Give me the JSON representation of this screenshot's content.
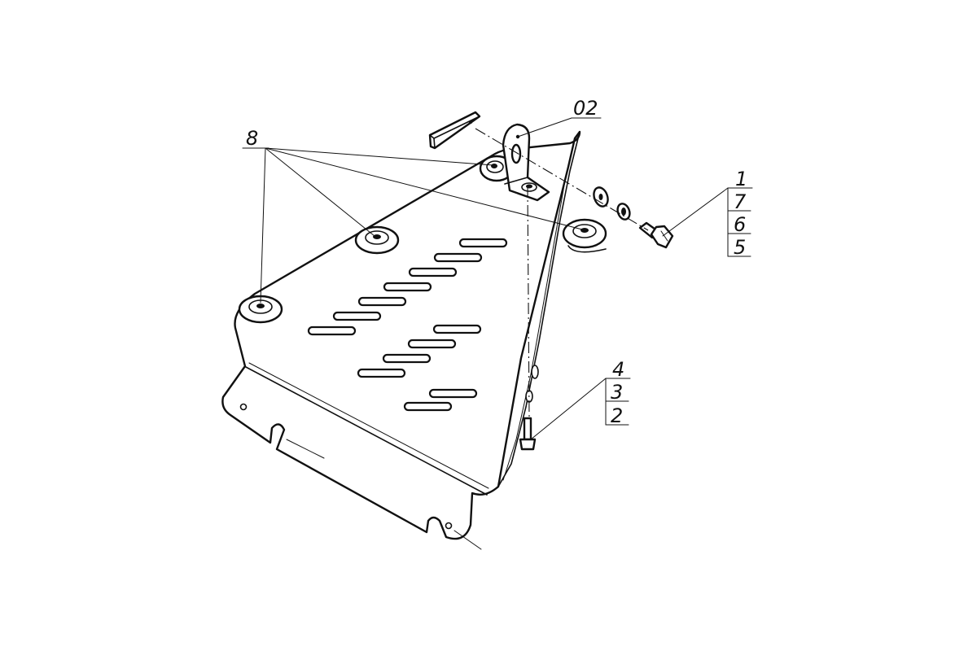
{
  "diagram": {
    "labels": {
      "bracket_part": "02",
      "bosses_part": "8",
      "upper_stack": [
        "1",
        "7",
        "6",
        "5"
      ],
      "lower_stack": [
        "4",
        "3",
        "2"
      ]
    }
  }
}
